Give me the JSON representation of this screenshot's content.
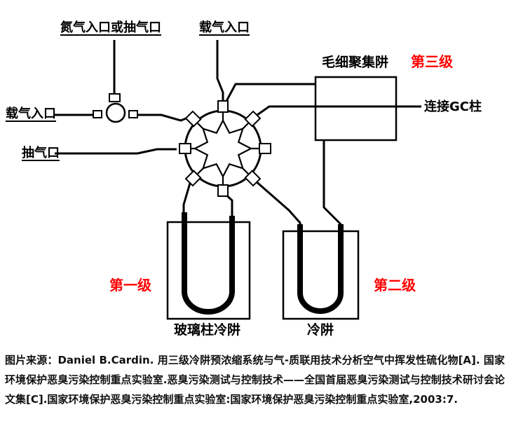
{
  "colors": {
    "stage_red": "#ff0000",
    "line_black": "#000000"
  },
  "labels": {
    "nitrogen_inlet": "氮气入口或抽气口",
    "carrier_top": "载气入口",
    "carrier_left": "载气入口",
    "pump_port": "抽气口",
    "capillary_trap": "毛细聚集阱",
    "stage3": "第三级",
    "gc_column": "连接GC柱",
    "stage1": "第一级",
    "stage2": "第二级",
    "glass_trap": "玻璃柱冷阱",
    "cold_trap": "冷阱"
  },
  "caption": "图片来源：Daniel B.Cardin. 用三级冷阱预浓缩系统与气-质联用技术分析空气中挥发性硫化物[A]. 国家环境保护恶臭污染控制重点实验室.恶臭污染测试与控制技术——全国首届恶臭污染测试与控制技术研讨会论文集[C].国家环境保护恶臭污染控制重点实验室:国家环境保护恶臭污染控制重点实验室,2003:7."
}
